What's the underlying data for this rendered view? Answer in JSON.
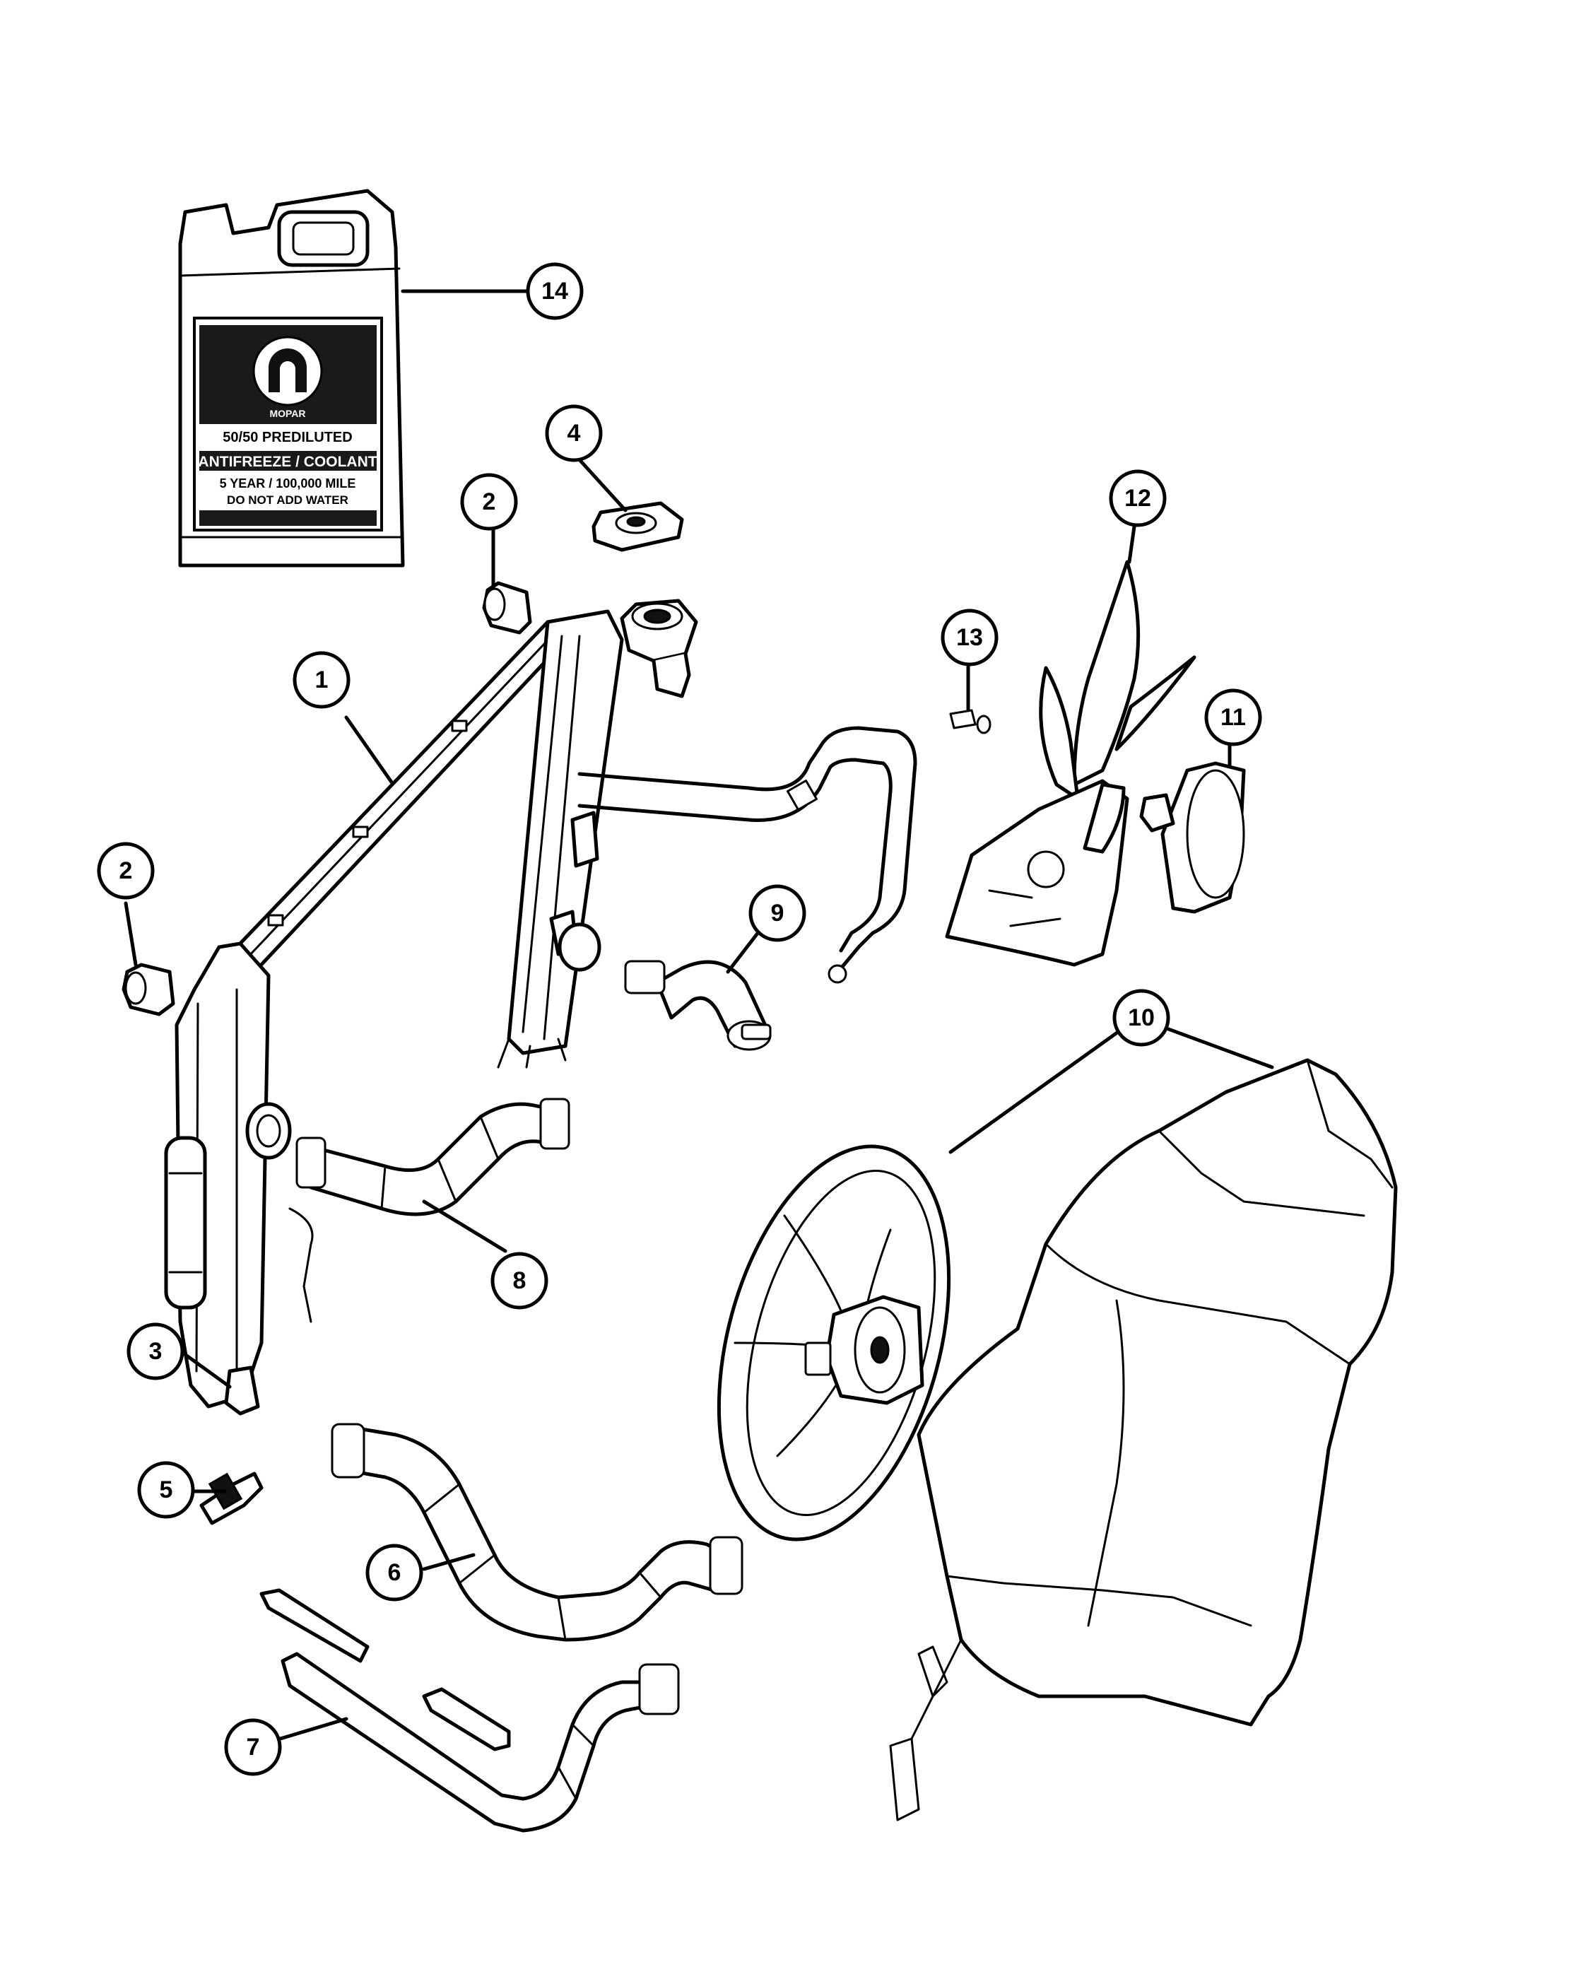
{
  "callouts": [
    {
      "id": "1",
      "label": "1"
    },
    {
      "id": "2a",
      "label": "2"
    },
    {
      "id": "2b",
      "label": "2"
    },
    {
      "id": "3",
      "label": "3"
    },
    {
      "id": "4",
      "label": "4"
    },
    {
      "id": "5",
      "label": "5"
    },
    {
      "id": "6",
      "label": "6"
    },
    {
      "id": "7",
      "label": "7"
    },
    {
      "id": "8",
      "label": "8"
    },
    {
      "id": "9",
      "label": "9"
    },
    {
      "id": "10",
      "label": "10"
    },
    {
      "id": "11",
      "label": "11"
    },
    {
      "id": "12",
      "label": "12"
    },
    {
      "id": "13",
      "label": "13"
    },
    {
      "id": "14",
      "label": "14"
    }
  ],
  "jug_label": {
    "brand": "MOPAR",
    "line1": "50/50 PREDILUTED",
    "line2": "ANTIFREEZE / COOLANT",
    "line3": "5 YEAR / 100,000 MILE",
    "line4": "DO NOT ADD WATER"
  }
}
